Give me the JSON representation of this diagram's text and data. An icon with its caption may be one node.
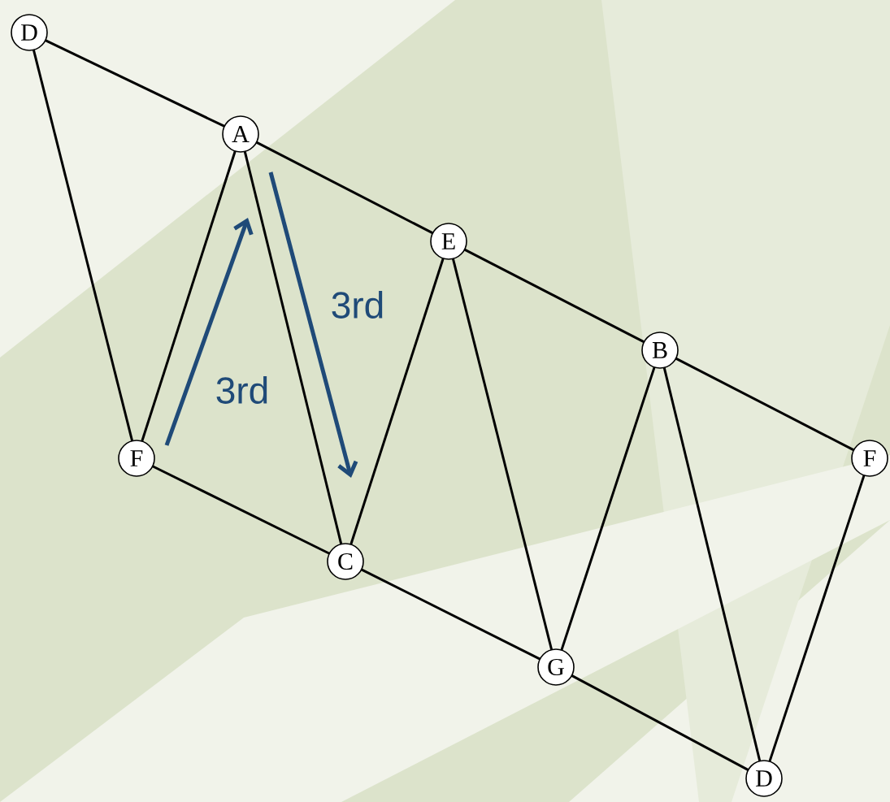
{
  "diagram": {
    "nodes": [
      {
        "text": [
          "D"
        ]
      },
      {
        "text": [
          "A"
        ]
      },
      {
        "text": [
          "E"
        ]
      },
      {
        "text": [
          "B"
        ]
      },
      {
        "text": [
          "F"
        ]
      },
      {
        "text": [
          "F"
        ]
      },
      {
        "text": [
          "C"
        ]
      },
      {
        "text": [
          "G"
        ]
      },
      {
        "text": [
          "D"
        ]
      }
    ],
    "edges": [
      {
        "from": 0,
        "to": 1,
        "arrow": "none"
      },
      {
        "from": 1,
        "to": 2,
        "arrow": "none"
      },
      {
        "from": 2,
        "to": 3,
        "arrow": "none"
      },
      {
        "from": 3,
        "to": 4,
        "arrow": "none"
      },
      {
        "from": 5,
        "to": 6,
        "arrow": "none"
      },
      {
        "from": 6,
        "to": 7,
        "arrow": "none"
      },
      {
        "from": 7,
        "to": 8,
        "arrow": "none"
      },
      {
        "from": 0,
        "to": 5,
        "arrow": "none"
      },
      {
        "from": 5,
        "to": 1,
        "arrow": "none"
      },
      {
        "from": 1,
        "to": 6,
        "arrow": "none"
      },
      {
        "from": 6,
        "to": 2,
        "arrow": "none"
      },
      {
        "from": 2,
        "to": 7,
        "arrow": "none"
      },
      {
        "from": 7,
        "to": 3,
        "arrow": "none"
      },
      {
        "from": 3,
        "to": 8,
        "arrow": "none"
      },
      {
        "from": 8,
        "to": 4,
        "arrow": "none"
      }
    ],
    "labels": [
      "3rd",
      "3rd"
    ]
  }
}
